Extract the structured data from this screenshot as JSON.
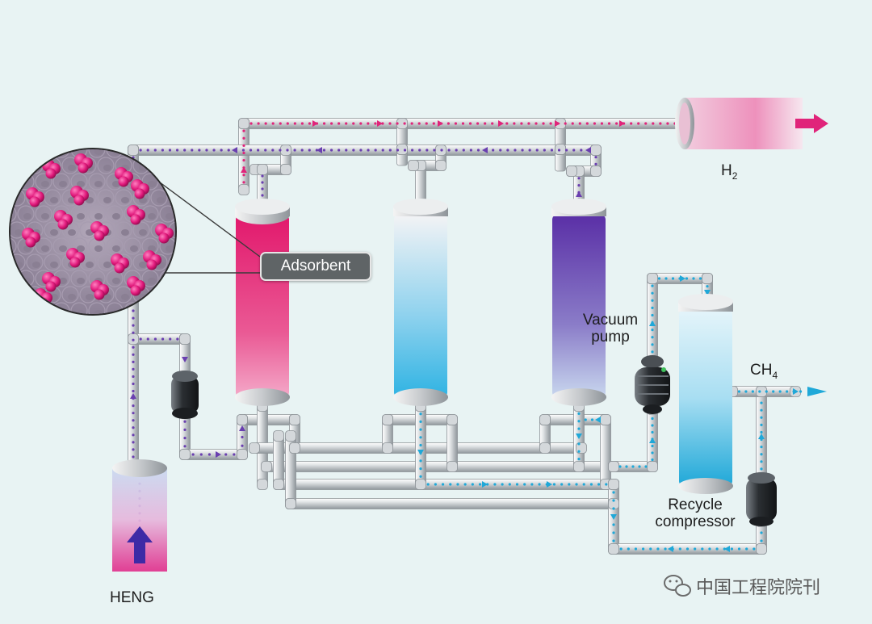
{
  "labels": {
    "h2": "H",
    "h2_sub": "2",
    "ch4": "CH",
    "ch4_sub": "4",
    "adsorbent": "Adsorbent",
    "vacuum_pump_line1": "Vacuum",
    "vacuum_pump_line2": "pump",
    "recycle_line1": "Recycle",
    "recycle_line2": "compressor",
    "heng": "HENG"
  },
  "watermark": {
    "text": "中国工程院院刊",
    "icon": "wechat-icon"
  },
  "colors": {
    "hydrogen": "#e0247a",
    "methane": "#1fa8d8",
    "feed": "#6a3fb0",
    "pipe": "#b9bec2",
    "column_1": "#e2186c",
    "column_2": "#44b8e2",
    "column_3": "#6a3fae"
  },
  "icons": {
    "flow_arrows": "flow-arrow-icon",
    "pumps": "pump-icon"
  }
}
